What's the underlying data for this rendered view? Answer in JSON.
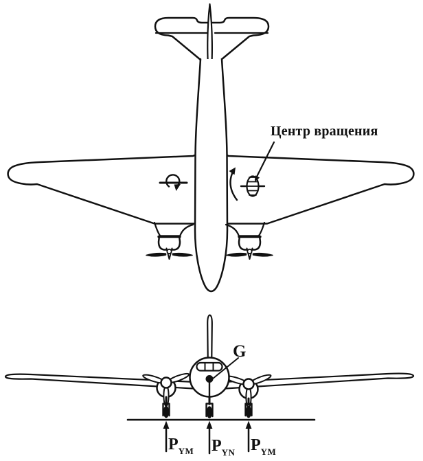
{
  "figure": {
    "background": "#ffffff",
    "line_color": "#111111",
    "description": "Two-view schematic of a twin-engine aircraft: plan view (top) with rotation center marked, front view (bottom) with ground reaction forces"
  },
  "top_view": {
    "rotation_center_label": "Центр вращения"
  },
  "front_view": {
    "cg_label": "G",
    "forces": [
      {
        "base": "P",
        "sub": "YM"
      },
      {
        "base": "P",
        "sub": "YN"
      },
      {
        "base": "P",
        "sub": "YM"
      }
    ]
  }
}
